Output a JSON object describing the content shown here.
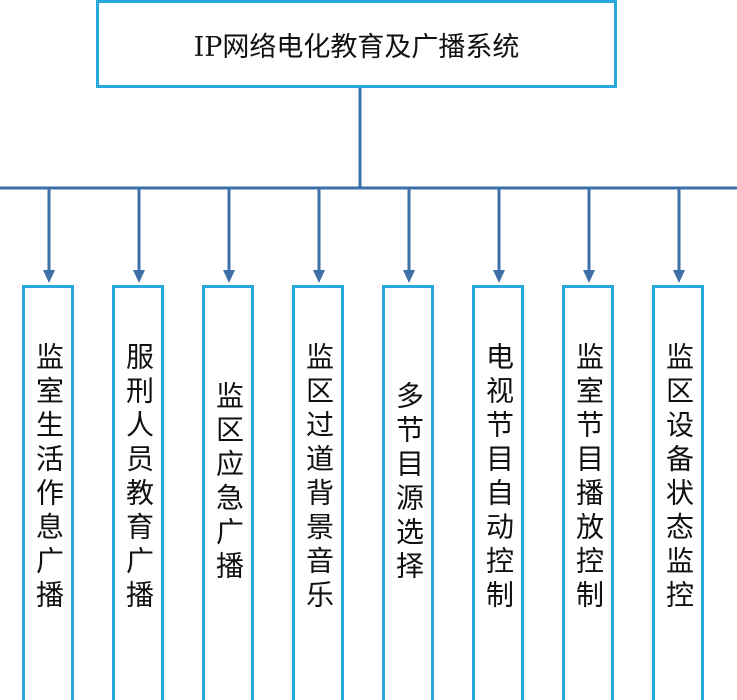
{
  "diagram": {
    "root": {
      "label": "IP网络电化教育及广播系统"
    },
    "children": [
      {
        "label": "监室生活作息广播"
      },
      {
        "label": "服刑人员教育广播"
      },
      {
        "label": "监区应急广播"
      },
      {
        "label": "监区过道背景音乐"
      },
      {
        "label": "多节目源选择"
      },
      {
        "label": "电视节目自动控制"
      },
      {
        "label": "监室节目播放控制"
      },
      {
        "label": "监区设备状态监控"
      }
    ],
    "colors": {
      "box_border": "#2aa7dd",
      "connector": "#3d6fa8",
      "text": "#111111"
    }
  }
}
